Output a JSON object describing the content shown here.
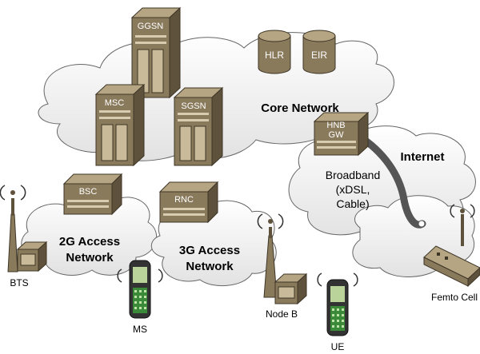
{
  "clouds": {
    "core": "Core Network",
    "internet": "Internet",
    "access_2g": [
      "2G Access",
      "Network"
    ],
    "access_3g": [
      "3G Access",
      "Network"
    ]
  },
  "servers": {
    "ggsn": "GGSN",
    "msc": "MSC",
    "sgsn": "SGSN",
    "bsc": "BSC",
    "rnc": "RNC",
    "hnb_gw": [
      "HNB",
      "GW"
    ]
  },
  "databases": {
    "hlr": "HLR",
    "eir": "EIR"
  },
  "broadband": [
    "Broadband",
    "(xDSL,",
    "Cable)"
  ],
  "devices": {
    "bts": "BTS",
    "ms": "MS",
    "node_b": "Node B",
    "ue": "UE",
    "femto_cell": "Femto Cell"
  },
  "colors": {
    "equipment": "#8a7a5c",
    "equipment_dark": "#5e523c",
    "cloud": "#f4f4f4",
    "phone_screen": "#b9d39a",
    "phone_keys": "#3a8a3a"
  }
}
